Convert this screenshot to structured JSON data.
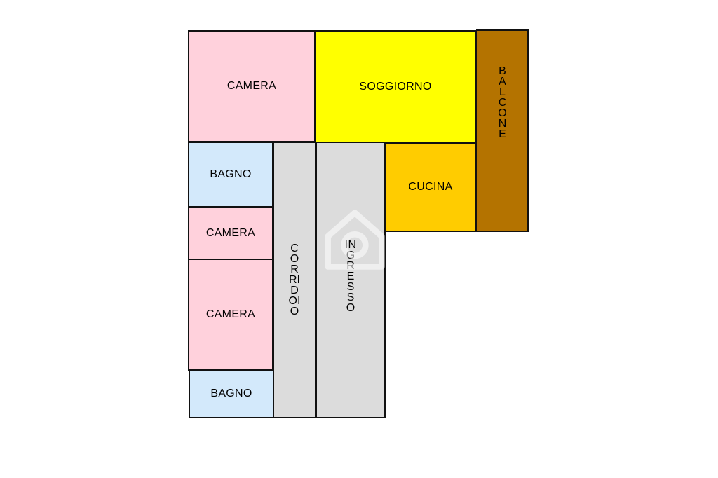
{
  "plan": {
    "colors": {
      "camera": "#FFD1DC",
      "bagno": "#D3E9FB",
      "soggiorno": "#FFFF00",
      "cucina": "#FFCC00",
      "balcone": "#B47300",
      "corridoio": "#DCDCDC",
      "ingresso": "#DCDCDC",
      "outline": "#111111"
    },
    "rooms": {
      "camera_1": "CAMERA",
      "soggiorno": "SOGGIORNO",
      "balcone": "BALCONE",
      "bagno_1": "BAGNO",
      "corridoio": "CORRIDOIO",
      "ingresso": "INGRESSO",
      "cucina": "CUCINA",
      "camera_2": "CAMERA",
      "camera_3": "CAMERA",
      "bagno_2": "BAGNO"
    },
    "watermark_icon": "house-logo-icon"
  }
}
